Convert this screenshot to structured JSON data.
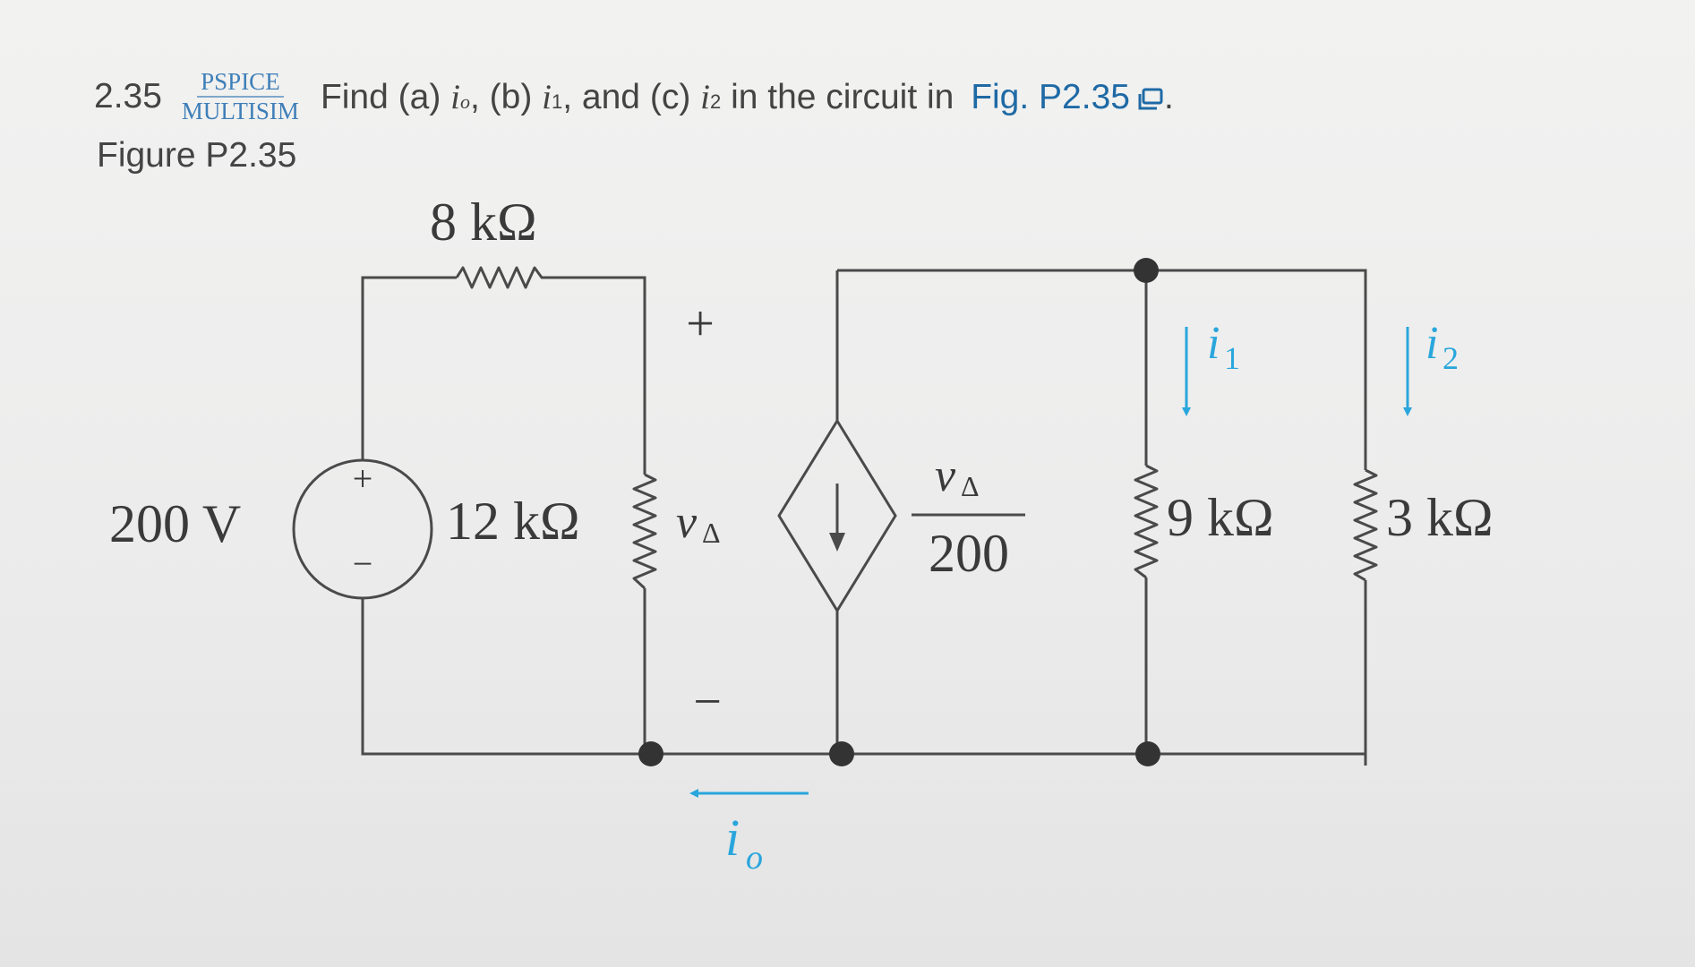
{
  "header": {
    "problem_number": "2.35",
    "tag_top": "PSPICE",
    "tag_bottom": "MULTISIM",
    "question": {
      "find": "Find (a) ",
      "io_var": "i",
      "io_sub": "o",
      "part_b": ", (b) ",
      "i1_var": "i",
      "i1_sub": "1",
      "part_c": ", and (c) ",
      "i2_var": "i",
      "i2_sub": "2",
      "tail": " in the circuit in ",
      "figure_ref": "Fig. P2.35",
      "period": "."
    },
    "figure_icon": "open-figure-icon"
  },
  "figure_label": "Figure P2.35",
  "circuit": {
    "r_top": "8 kΩ",
    "source_voltage": "200 V",
    "source_plus": "+",
    "source_minus": "−",
    "r_middle": "12 kΩ",
    "vdelta_plus": "+",
    "vdelta_minus": "−",
    "vdelta_var": "v",
    "vdelta_sub": "Δ",
    "dep_numer_var": "v",
    "dep_numer_sub": "Δ",
    "dep_denom": "200",
    "r_9k": "9 kΩ",
    "r_3k": "3 kΩ",
    "i1_var": "i",
    "i1_sub": "1",
    "i2_var": "i",
    "i2_sub": "2",
    "io_var": "i",
    "io_sub": "o",
    "wire_color": "#4a4a4a",
    "arrow_color": "#29a6dc"
  }
}
